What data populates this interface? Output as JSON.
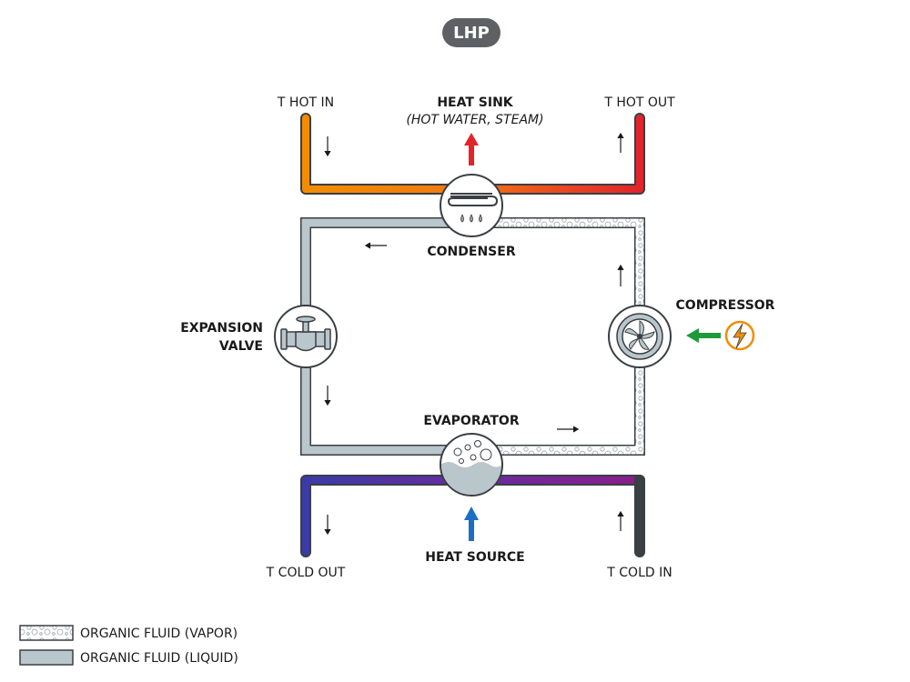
{
  "title": "LHP",
  "hot_side": {
    "in_label": "T HOT IN",
    "out_label": "T HOT OUT",
    "sink_title": "HEAT SINK",
    "sink_subtitle": "(HOT WATER, STEAM)"
  },
  "cold_side": {
    "out_label": "T COLD OUT",
    "in_label": "T COLD IN",
    "source_title": "HEAT SOURCE"
  },
  "components": {
    "condenser": "CONDENSER",
    "evaporator": "EVAPORATOR",
    "compressor": "COMPRESSOR",
    "expansion_valve_line1": "EXPANSION",
    "expansion_valve_line2": "VALVE"
  },
  "legend": {
    "vapor": "ORGANIC FLUID (VAPOR)",
    "liquid": "ORGANIC FLUID (LIQUID)"
  },
  "colors": {
    "title_badge": "#5d6166",
    "liquid_fill": "#b9c6cc",
    "pipe_outline": "#3a3f44",
    "hot_start": "#f28c00",
    "hot_end": "#e3242b",
    "cold_start": "#3b3ba8",
    "cold_end": "#8a1e8a",
    "cold_in_end": "#f28c00",
    "sink_arrow": "#e3242b",
    "source_arrow": "#1a6fc4",
    "power_arrow": "#1f9a3a",
    "power_icon": "#f28c00"
  }
}
